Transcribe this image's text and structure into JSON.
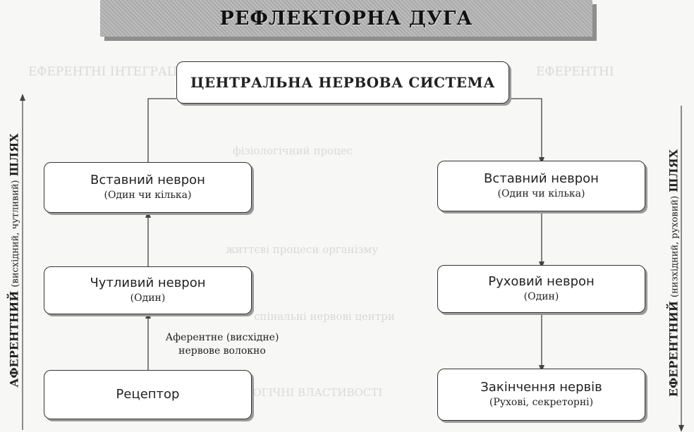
{
  "title": "РЕФЛЕКТОРНА ДУГА",
  "cns": "ЦЕНТРАЛЬНА НЕРВОВА СИСТЕМА",
  "left_column": {
    "interneuron": {
      "name": "Вставний неврон",
      "detail": "(Один чи кілька)"
    },
    "sensory_neuron": {
      "name": "Чутливий неврон",
      "detail": "(Один)"
    },
    "receptor": {
      "name": "Рецептор"
    }
  },
  "right_column": {
    "interneuron": {
      "name": "Вставний неврон",
      "detail": "(Один чи кілька)"
    },
    "motor_neuron": {
      "name": "Руховий неврон",
      "detail": "(Один)"
    },
    "nerve_endings": {
      "name": "Закінчення нервів",
      "detail": "(Рухові, секреторні)"
    }
  },
  "afferent_fiber": {
    "line1": "Аферентне (висхідне)",
    "line2": "нервове волокно"
  },
  "left_axis": {
    "prefix": "АФЕРЕНТНИЙ",
    "qualifier": "(висхідний, чутливий)",
    "suffix": "ШЛЯХ"
  },
  "right_axis": {
    "prefix": "ЕФЕРЕНТНИЙ",
    "qualifier": "(низхідний, руховий)",
    "suffix": "ШЛЯХ"
  },
  "colors": {
    "line": "#444444",
    "box_border": "#333333",
    "banner": "#b3b3b3"
  }
}
